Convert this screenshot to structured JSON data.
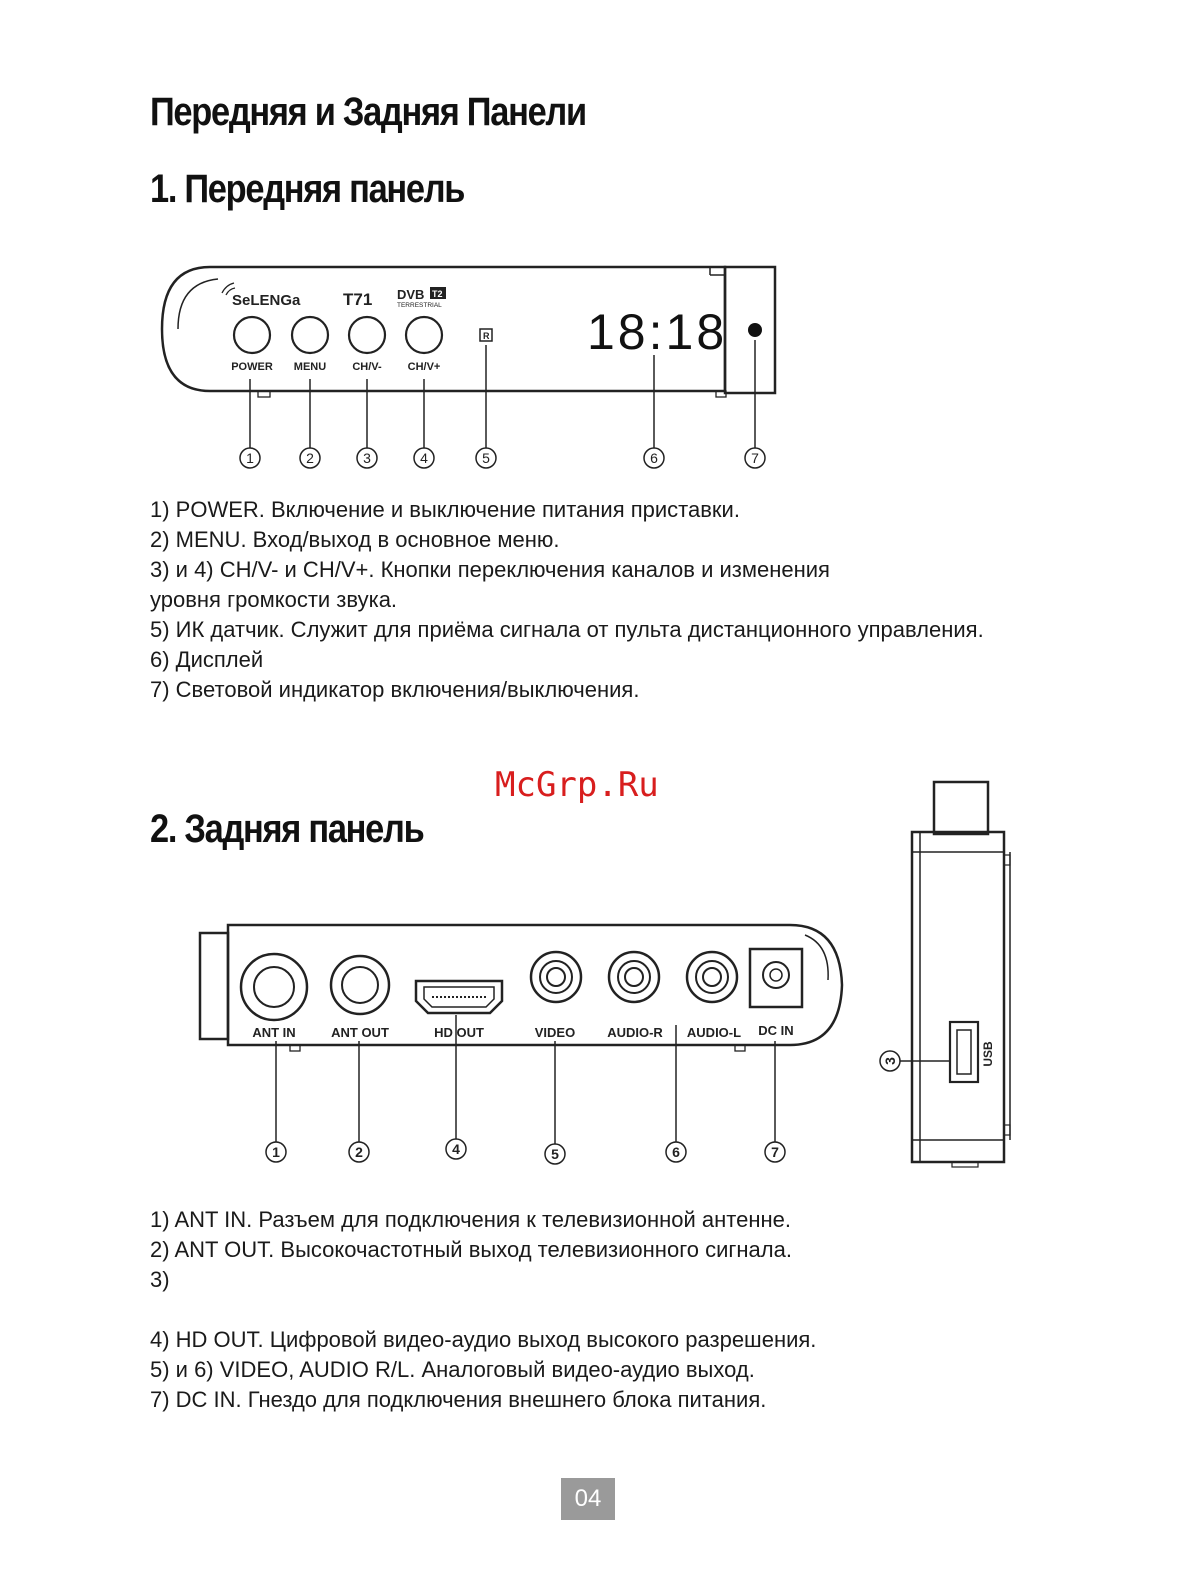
{
  "page_title": "Передняя и Задняя Панели",
  "front": {
    "heading": "1. Передняя панель",
    "brand": "SeLENGa",
    "model": "T71",
    "dvb_logo": "DVB",
    "t2_badge": "T2",
    "terrestrial": "TERRESTRIAL",
    "ir_label": "R",
    "display": "18:18",
    "buttons": [
      "POWER",
      "MENU",
      "CH/V-",
      "CH/V+"
    ],
    "callouts": [
      "1",
      "2",
      "3",
      "4",
      "5",
      "6",
      "7"
    ],
    "descriptions": [
      "1) POWER. Включение и выключение питания приставки.",
      "2) MENU. Вход/выход в основное меню.",
      "3) и 4) CH/V- и CH/V+. Кнопки переключения каналов и изменения",
      "уровня громкости звука.",
      "5) ИК датчик. Служит для приёма сигнала от пульта дистанционного управления.",
      "6) Дисплей",
      "7) Световой индикатор включения/выключения."
    ]
  },
  "watermark": "McGrp.Ru",
  "rear": {
    "heading": "2. Задняя панель",
    "ports": [
      "ANT IN",
      "ANT OUT",
      "HD OUT",
      "VIDEO",
      "AUDIO-R",
      "AUDIO-L",
      "DC IN"
    ],
    "callouts": [
      "1",
      "2",
      "4",
      "5",
      "6",
      "7"
    ],
    "side_callout": "3",
    "usb_label": "USB",
    "descriptions": [
      "1) ANT IN. Разъем для подключения к телевизионной антенне.",
      "2) ANT OUT. Высокочастотный выход телевизионного сигнала.",
      "3)",
      "",
      "4) HD OUT. Цифровой видео-аудио выход высокого разрешения.",
      "5) и 6) VIDEO, AUDIO R/L. Аналоговый видео-аудио выход.",
      "7) DC IN. Гнездо для подключения внешнего блока питания."
    ]
  },
  "page_number": "04"
}
